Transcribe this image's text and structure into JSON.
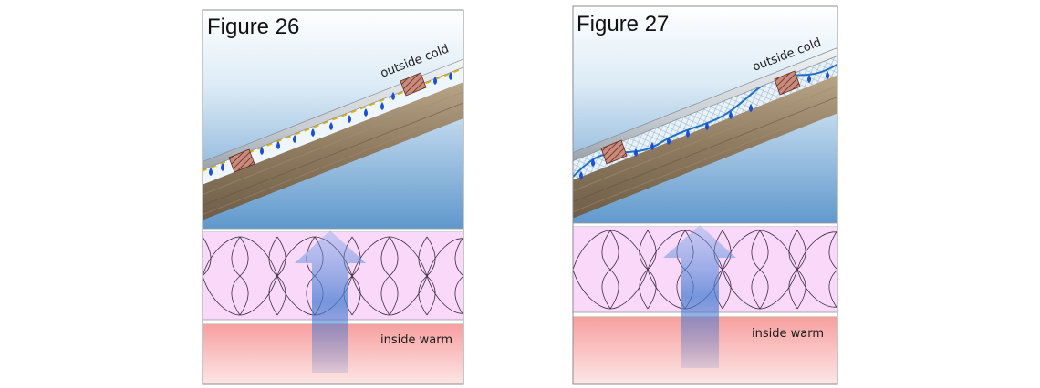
{
  "figures": [
    {
      "title": "Figure 26",
      "outside_label": "outside cold",
      "inside_label": "inside warm"
    },
    {
      "title": "Figure 27",
      "outside_label": "outside cold",
      "inside_label": "inside warm"
    }
  ],
  "colors": {
    "sky_top": "#ffffff",
    "sky_bottom": "#6fa3d2",
    "insulation": "#f9d8fa",
    "warm": "#f6a8a8",
    "roof_wood": "#8f7a60",
    "sheet_metal": "#d8dde2",
    "droplet": "#1a4fd6",
    "arrow": "#6f93d8",
    "membrane_line": "#1d6fc4"
  },
  "icons": [
    "water-droplet-icon",
    "heat-flow-arrow-icon",
    "batten-icon"
  ]
}
